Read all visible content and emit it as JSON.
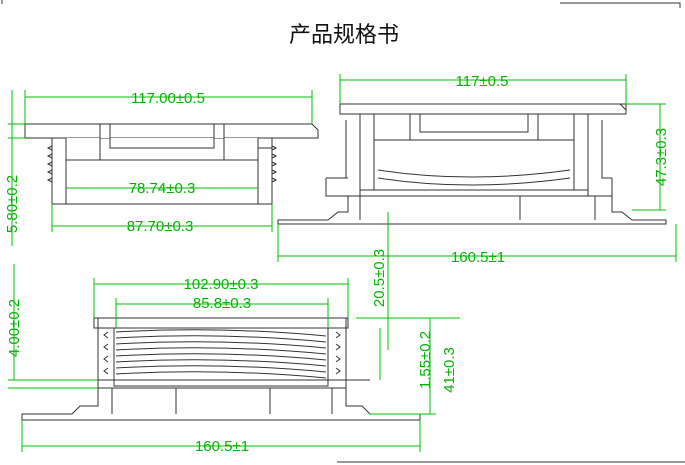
{
  "sheet": {
    "title": "产品规格书"
  },
  "dimensions": {
    "view1": {
      "top_width": "117.00±0.5",
      "inner_width": "78.74±0.3",
      "outer_width": "87.70±0.3",
      "height": "5.80±0.2"
    },
    "view2": {
      "top_width": "117±0.5",
      "base_width": "160.5±1",
      "height_right": "47.3±0.3",
      "height_left": "20.5±0.3"
    },
    "view3": {
      "outer_width": "102.90±0.3",
      "inner_width": "85.8±0.3",
      "height_top": "4.00±0.2",
      "height_mid": "1.55±0.2",
      "height_total": "41±0.3",
      "base_width": "160.5±1"
    }
  },
  "colors": {
    "dimension": "#00b400",
    "outline": "#333333",
    "hatch": "#555555"
  }
}
